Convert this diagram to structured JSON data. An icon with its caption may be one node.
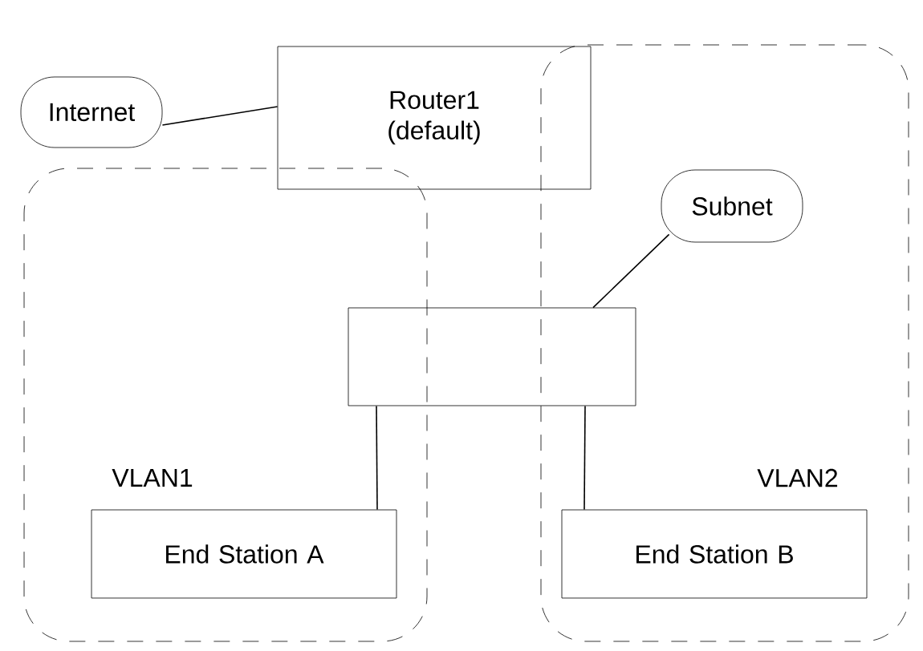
{
  "diagram": {
    "nodes": [
      {
        "text": [
          "Internet"
        ]
      },
      {
        "text": [
          "Router1 (default)"
        ]
      },
      {
        "text": [
          "VLAN1"
        ]
      },
      {
        "text": [
          "VLAN2"
        ]
      },
      {
        "text": [
          "Subnet"
        ],
        "in": 3
      },
      {
        "text": [],
        "shape": "box"
      },
      {
        "text": [
          "End Station A"
        ],
        "in": 2
      },
      {
        "text": [
          "End Station B"
        ],
        "in": 3
      }
    ],
    "edges": [
      {
        "from": 0,
        "to": 1,
        "arrow": "none"
      },
      {
        "from": 4,
        "to": 5,
        "arrow": "none"
      },
      {
        "from": 5,
        "to": 6,
        "arrow": "none"
      },
      {
        "from": 5,
        "to": 7,
        "arrow": "none"
      }
    ]
  }
}
